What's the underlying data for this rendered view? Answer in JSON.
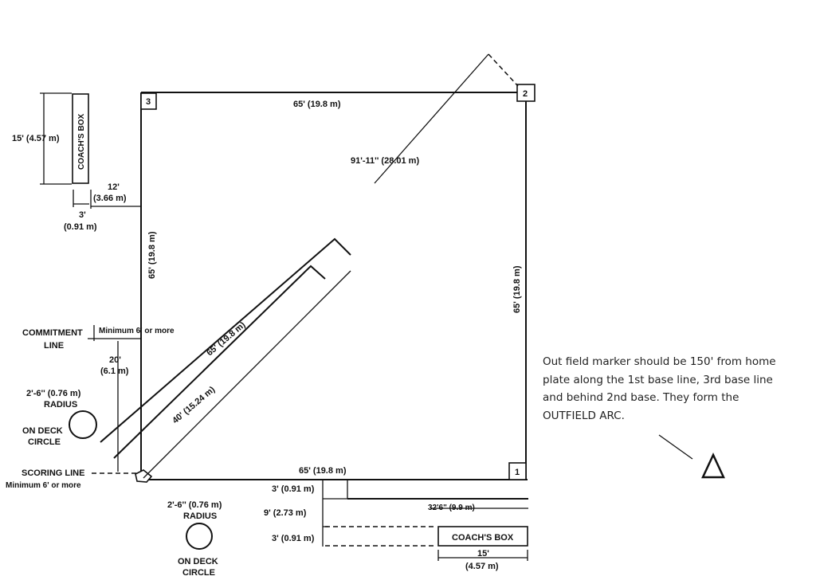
{
  "bases": {
    "first": "1",
    "second": "2",
    "third": "3"
  },
  "dimensions": {
    "top_baseline": "65' (19.8 m)",
    "bottom_baseline": "65' (19.8 m)",
    "left_baseline": "65' (19.8 m)",
    "right_baseline": "65' (19.8 m)",
    "diagonal": "91'-11'' (28.01 m)",
    "pitch_65": "65' (19.8 m)",
    "pitch_40": "40' (15.24 m)"
  },
  "left_side": {
    "coach_box_label": "COACH'S BOX",
    "coach_box_length": "15' (4.57 m)",
    "coach_box_offset_ft": "12'",
    "coach_box_offset_m": "(3.66 m)",
    "coach_box_width_ft": "3'",
    "coach_box_width_m": "(0.91 m)",
    "commitment_line_1": "COMMITMENT",
    "commitment_line_2": "LINE",
    "commitment_minimum": "Minimum 6' or more",
    "commitment_distance_ft": "20'",
    "commitment_distance_m": "(6.1 m)",
    "on_deck_radius_1": "2'-6'' (0.76 m)",
    "on_deck_radius_2": "RADIUS",
    "on_deck_label_1": "ON DECK",
    "on_deck_label_2": "CIRCLE",
    "scoring_line": "SCORING LINE",
    "scoring_minimum": "Minimum 6' or more"
  },
  "bottom_side": {
    "offset_1": "3' (0.91 m)",
    "offset_2": "9' (2.73 m)",
    "offset_3": "3' (0.91 m)",
    "line_length": "32'6\" (9.9 m)",
    "coach_box_label": "COACH'S BOX",
    "coach_box_length_ft": "15'",
    "coach_box_length_m": "(4.57 m)",
    "on_deck_radius_1": "2'-6'' (0.76 m)",
    "on_deck_radius_2": "RADIUS",
    "on_deck_label_1": "ON DECK",
    "on_deck_label_2": "CIRCLE"
  },
  "note": {
    "line1": "Out field marker should be 150' from home",
    "line2": "plate  along the 1st base line,  3rd base line",
    "line3": "and behind 2nd base.  They form the",
    "line4": "OUTFIELD ARC."
  }
}
